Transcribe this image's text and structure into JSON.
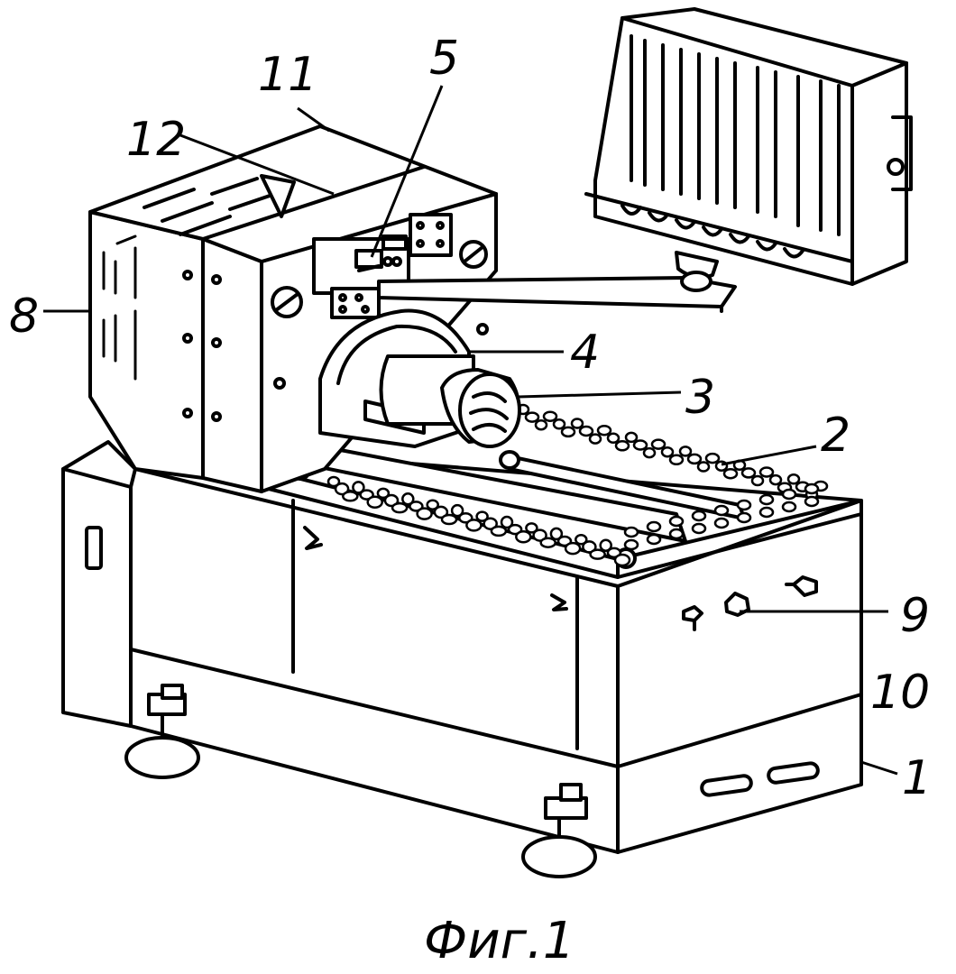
{
  "caption": "Фиг.1",
  "reference_numerals": [
    "1",
    "2",
    "3",
    "4",
    "5",
    "8",
    "9",
    "10",
    "11",
    "12"
  ]
}
